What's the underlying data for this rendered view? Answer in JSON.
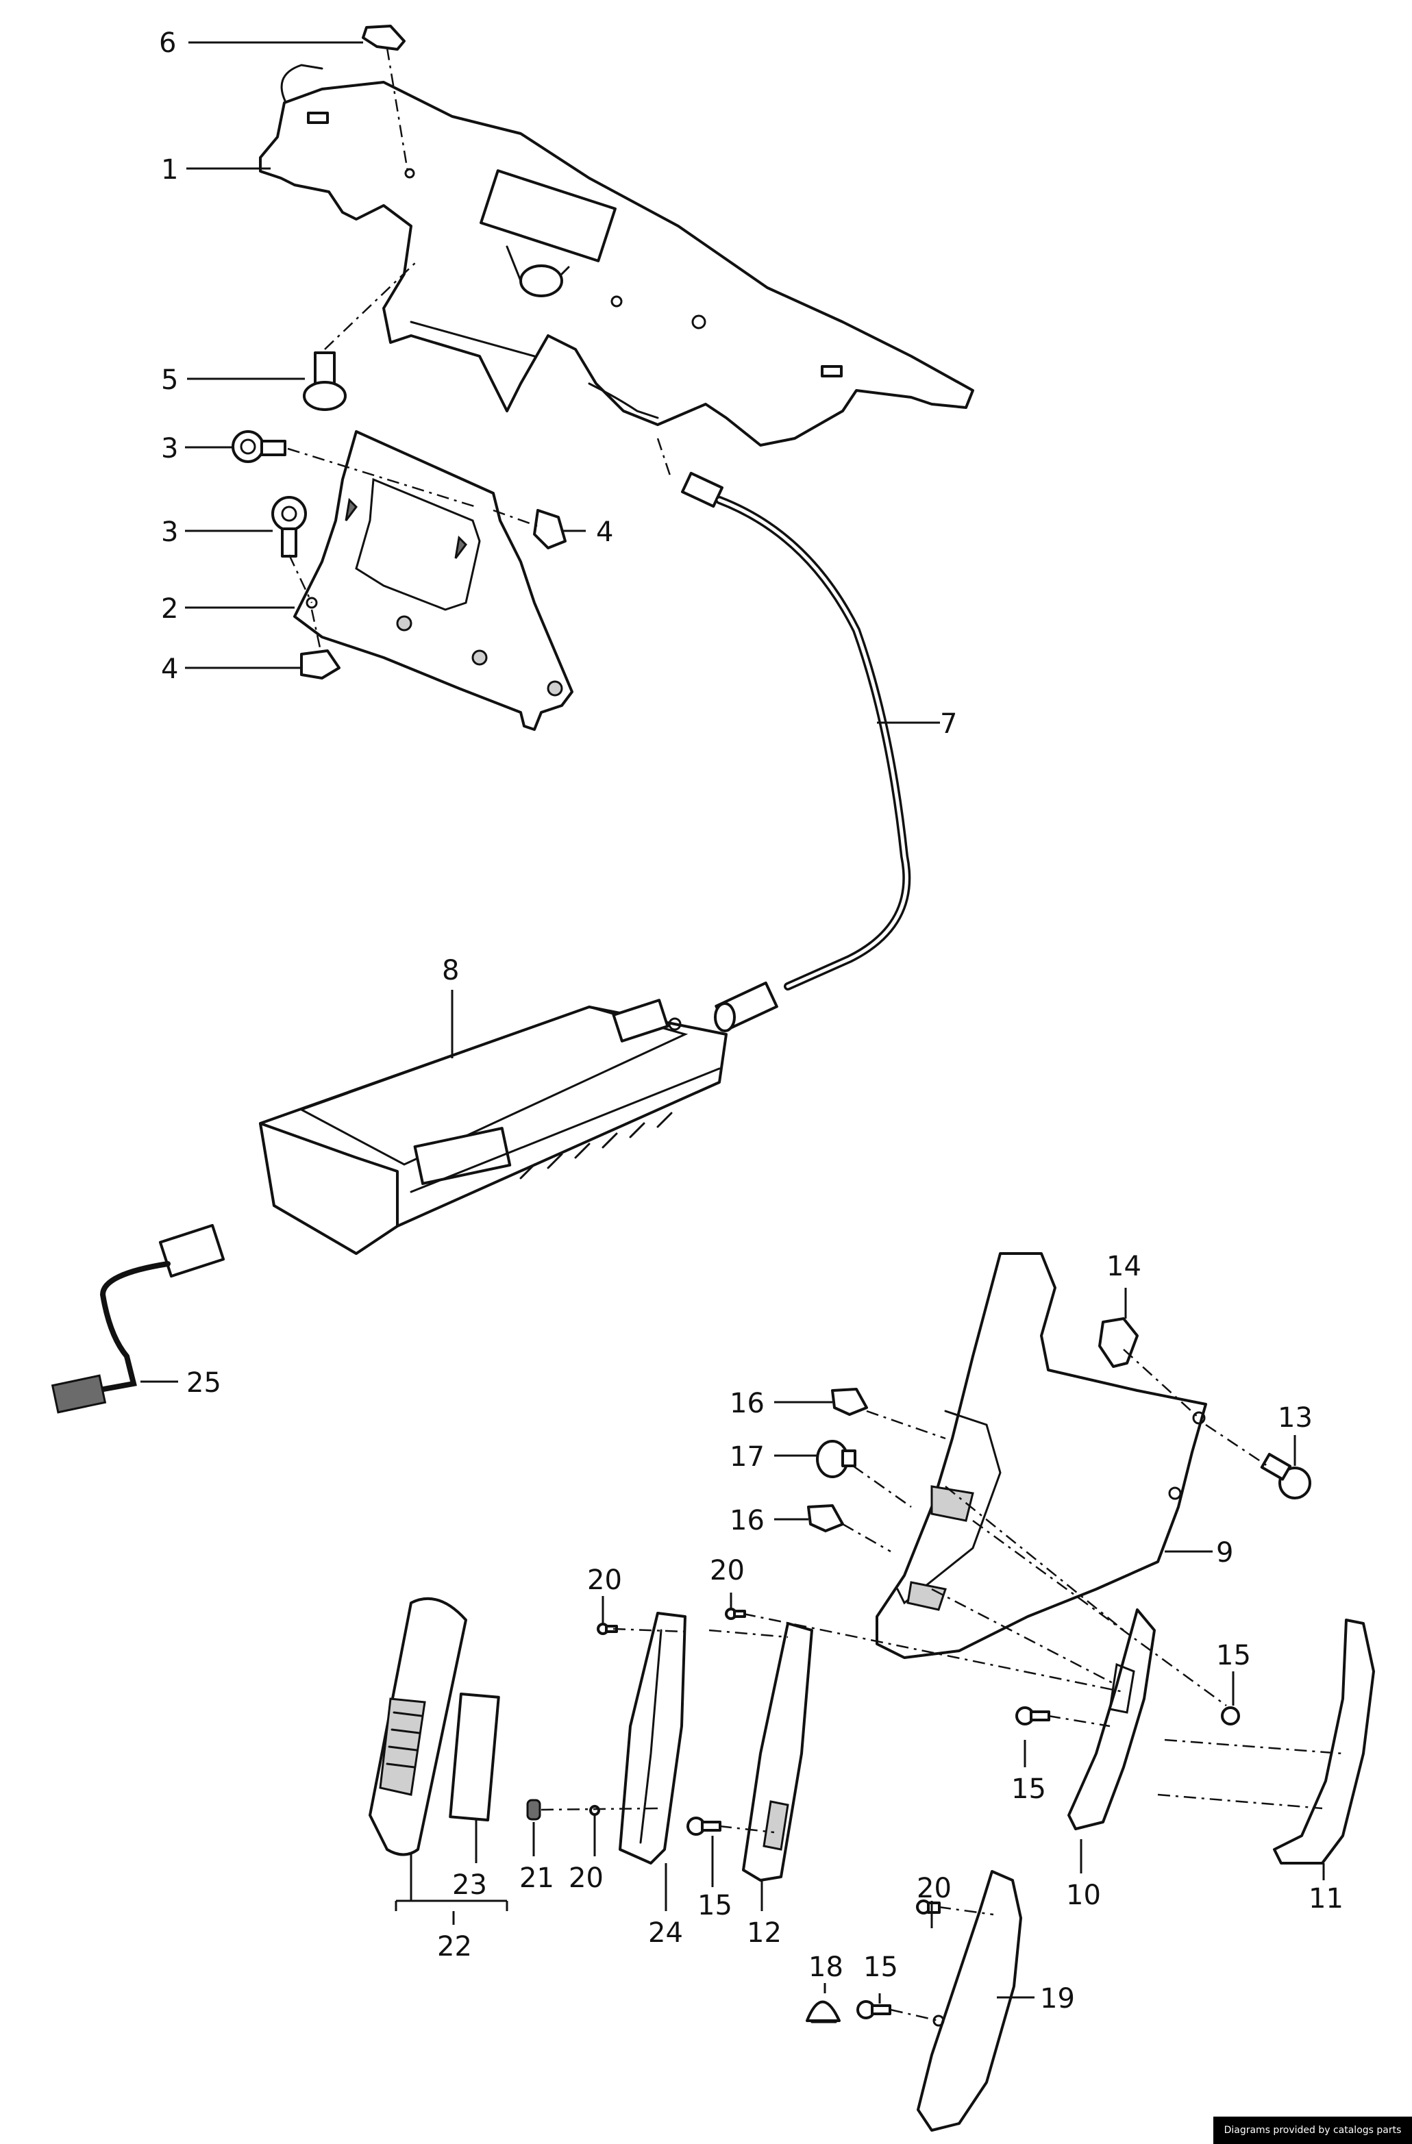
{
  "callouts": {
    "c1": "1",
    "c2": "2",
    "c3a": "3",
    "c3b": "3",
    "c4a": "4",
    "c4b": "4",
    "c5": "5",
    "c6": "6",
    "c7": "7",
    "c8": "8",
    "c9": "9",
    "c10": "10",
    "c11": "11",
    "c12": "12",
    "c13": "13",
    "c14": "14",
    "c15a": "15",
    "c15b": "15",
    "c15c": "15",
    "c15d": "15",
    "c16a": "16",
    "c16b": "16",
    "c17": "17",
    "c18": "18",
    "c19": "19",
    "c20a": "20",
    "c20b": "20",
    "c20c": "20",
    "c20d": "20",
    "c21": "21",
    "c22": "22",
    "c23": "23",
    "c24": "24",
    "c25": "25"
  },
  "credit": "Diagrams provided by catalogs parts",
  "colors": {
    "line": "#111111",
    "background": "#ffffff",
    "credit_bg": "#000000"
  }
}
